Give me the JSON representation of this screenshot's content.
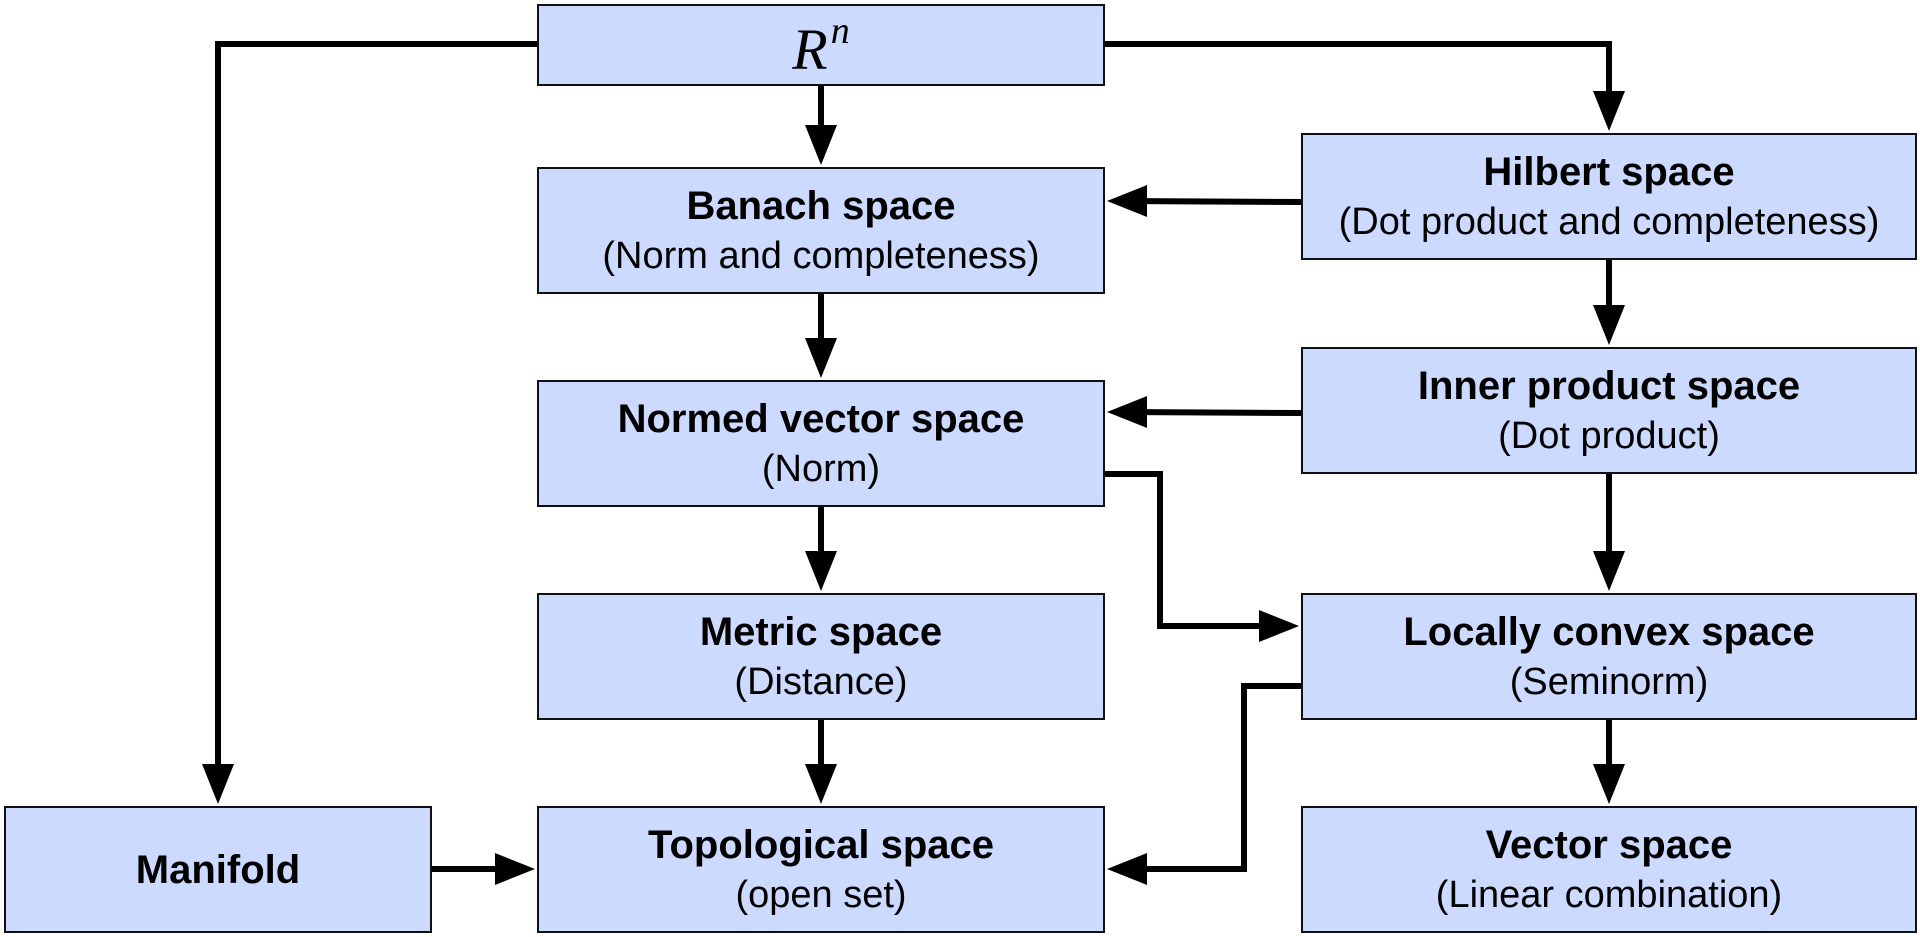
{
  "nodes": {
    "rn": {
      "base": "R",
      "exponent": "n"
    },
    "banach": {
      "title": "Banach space",
      "subtitle": "(Norm and completeness)"
    },
    "hilbert": {
      "title": "Hilbert space",
      "subtitle": "(Dot product and completeness)"
    },
    "normed": {
      "title": "Normed vector space",
      "subtitle": "(Norm)"
    },
    "inner_product": {
      "title": "Inner product space",
      "subtitle": "(Dot product)"
    },
    "metric": {
      "title": "Metric space",
      "subtitle": "(Distance)"
    },
    "locally_convex": {
      "title": "Locally convex space",
      "subtitle": "(Seminorm)"
    },
    "manifold": {
      "title": "Manifold"
    },
    "topological": {
      "title": "Topological space",
      "subtitle": "(open set)"
    },
    "vector": {
      "title": "Vector space",
      "subtitle": "(Linear combination)"
    }
  },
  "edges": [
    {
      "from": "rn",
      "to": "banach"
    },
    {
      "from": "rn",
      "to": "hilbert"
    },
    {
      "from": "rn",
      "to": "manifold"
    },
    {
      "from": "hilbert",
      "to": "banach"
    },
    {
      "from": "hilbert",
      "to": "inner_product"
    },
    {
      "from": "banach",
      "to": "normed"
    },
    {
      "from": "inner_product",
      "to": "normed"
    },
    {
      "from": "inner_product",
      "to": "locally_convex"
    },
    {
      "from": "normed",
      "to": "metric"
    },
    {
      "from": "normed",
      "to": "locally_convex"
    },
    {
      "from": "metric",
      "to": "topological"
    },
    {
      "from": "locally_convex",
      "to": "topological"
    },
    {
      "from": "locally_convex",
      "to": "vector"
    },
    {
      "from": "manifold",
      "to": "topological"
    }
  ],
  "colors": {
    "node_fill": "#ccdaff",
    "node_border": "#111111",
    "edge": "#000000"
  }
}
